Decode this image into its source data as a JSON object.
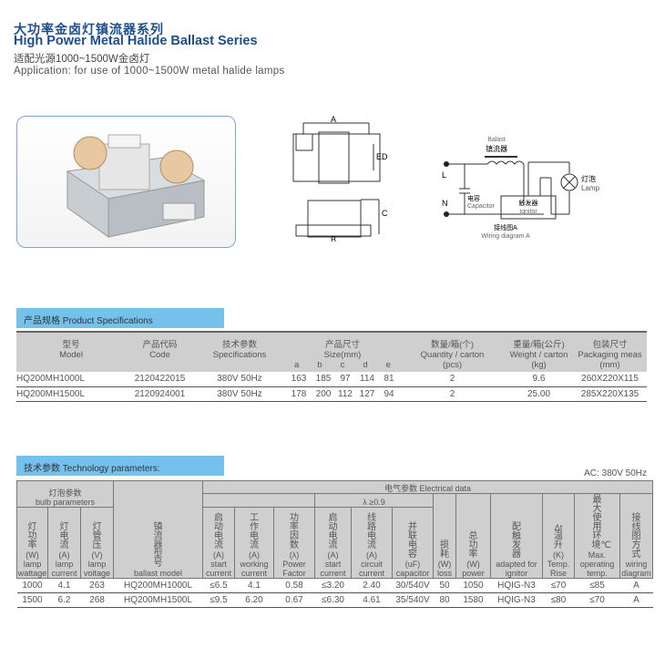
{
  "header": {
    "title_cn": "大功率金卤灯镇流器系列",
    "title_en": "High Power Metal Halide Ballast Series",
    "subtitle_cn": "适配光源1000~1500W金卤灯",
    "subtitle_en": "Application: for use of 1000~1500W metal halide lamps"
  },
  "diagram": {
    "dim_a": "A",
    "dim_b": "B",
    "dim_c": "C",
    "dim_ed": "ED"
  },
  "wiring": {
    "ballast_en": "Balast",
    "ballast_cn": "镇流器",
    "l": "L",
    "n": "N",
    "cap_cn": "电容",
    "cap_en": "Capacitor",
    "ign_cn": "触发器",
    "ign_en": "Ignitor",
    "lamp_cn": "灯泡",
    "lamp_en": "Lamp",
    "caption_cn": "接线图A",
    "caption_en": "Wiring diagram A"
  },
  "spec": {
    "section": "产品规格 Product Specifications",
    "headers": {
      "model_cn": "型号",
      "model_en": "Model",
      "code_cn": "产品代码",
      "code_en": "Code",
      "spec_cn": "技术参数",
      "spec_en": "Specifications",
      "size_cn": "产品尺寸",
      "size_en": "Size(mm)",
      "a": "a",
      "b": "b",
      "c": "c",
      "d": "d",
      "e": "e",
      "qty_cn": "数量/箱(个)",
      "qty_en": "Quantity / carton",
      "qty_unit": "(pcs)",
      "wt_cn": "重量/箱(公斤)",
      "wt_en": "Weight / carton",
      "wt_unit": "(kg)",
      "pk_cn": "包装尺寸",
      "pk_en": "Packaging meas",
      "pk_unit": "(mm)"
    },
    "rows": [
      {
        "model": "HQ200MH1000L",
        "code": "2120422015",
        "spec": "380V 50Hz",
        "a": "163",
        "b": "185",
        "c": "97",
        "d": "114",
        "e": "81",
        "qty": "2",
        "wt": "9.6",
        "pk": "260X220X115"
      },
      {
        "model": "HQ200MH1500L",
        "code": "2120924001",
        "spec": "380V 50Hz",
        "a": "178",
        "b": "200",
        "c": "112",
        "d": "127",
        "e": "94",
        "qty": "2",
        "wt": "25.00",
        "pk": "285X220X135"
      }
    ]
  },
  "tech": {
    "section": "技术参数 Technology parameters:",
    "ac": "AC: 380V 50Hz",
    "h": {
      "bulb_cn": "灯泡参数",
      "bulb_en": "bulb parameters",
      "elec": "电气参数 Electrical data",
      "lambda": "λ ≥0.9",
      "w_cn": "灯功率",
      "w_u": "(W)",
      "w_en": "lamp wattage",
      "a_cn": "灯电流",
      "a_u": "(A)",
      "a_en": "lamp current",
      "v_cn": "灯管压",
      "v_u": "(V)",
      "v_en": "lamp voltage",
      "m_cn": "镇流器型号",
      "m_en": "ballast model",
      "sc_cn": "启动电流",
      "sc_u": "(A)",
      "sc_en": "start current",
      "wc_cn": "工作电流",
      "wc_u": "(A)",
      "wc_en": "working current",
      "pf_cn": "功率因数",
      "pf_u": "(λ)",
      "pf_en": "Power Factor",
      "sc2_cn": "启动电流",
      "sc2_u": "(A)",
      "sc2_en": "start current",
      "cc_cn": "线路电流",
      "cc_u": "(A)",
      "cc_en": "circuit current",
      "cap_cn": "并联电容",
      "cap_u": "(uF)",
      "cap_en": "capacitor",
      "loss_cn": "损耗",
      "loss_u": "(W)",
      "loss_en": "loss",
      "pw_cn": "总功率",
      "pw_u": "(W)",
      "pw_en": "power",
      "ig_cn": "配触发器",
      "ig_en": "adapted for ignitor",
      "tr_sym": "Δt",
      "tr_cn": "温升",
      "tr_u": "(K)",
      "tr_en": "Temp. Rise",
      "mx_cn": "最大使用环境℃",
      "mx_en": "Max. operating temp.",
      "wd_cn": "接线图方式",
      "wd_en": "wiring diagram"
    },
    "rows": [
      [
        "1000",
        "4.1",
        "263",
        "HQ200MH1000L",
        "≤6.5",
        "4.1",
        "0.58",
        "≤3.20",
        "2.40",
        "30/540V",
        "50",
        "1050",
        "HQIG-N3",
        "≤70",
        "≤85",
        "A"
      ],
      [
        "1500",
        "6.2",
        "268",
        "HQ200MH1500L",
        "≤9.5",
        "6.20",
        "0.67",
        "≤6.30",
        "4.61",
        "35/540V",
        "80",
        "1580",
        "HQIG-N3",
        "≤80",
        "≤70",
        "A"
      ]
    ]
  }
}
